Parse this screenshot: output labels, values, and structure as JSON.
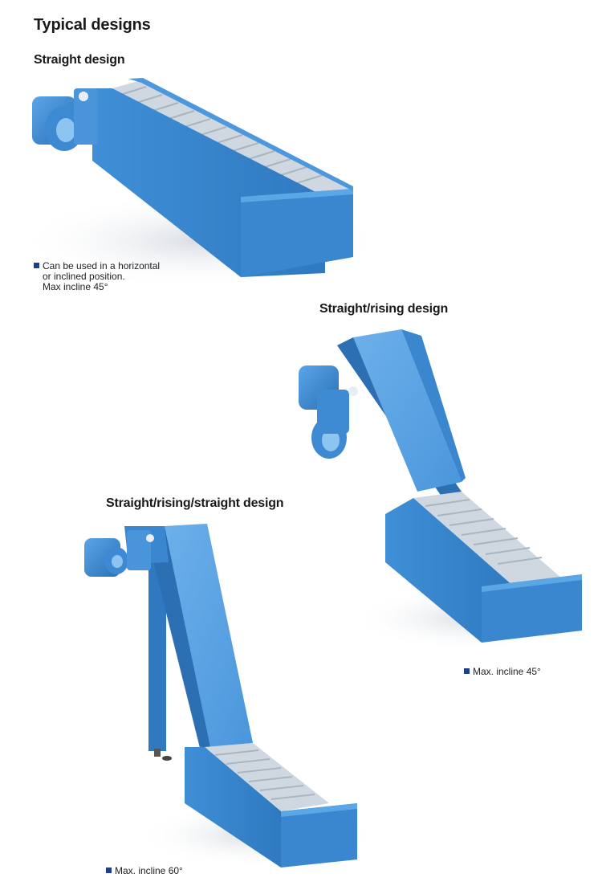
{
  "page": {
    "title": "Typical designs",
    "sections": [
      {
        "heading": "Straight design",
        "notes": [
          "Can be used in a horizontal",
          "or inclined position.",
          "Max incline 45°"
        ]
      },
      {
        "heading": "Straight/rising design",
        "notes": [
          "Max. incline 45°"
        ]
      },
      {
        "heading": "Straight/rising/straight design",
        "notes": [
          "Max. incline 60°"
        ]
      }
    ]
  },
  "colors": {
    "conveyor_top": "#4f9bde",
    "conveyor_side": "#3a86cf",
    "conveyor_dark": "#2c6fb3",
    "slats": "#c9d3dc",
    "bullet": "#1f3f8a"
  }
}
